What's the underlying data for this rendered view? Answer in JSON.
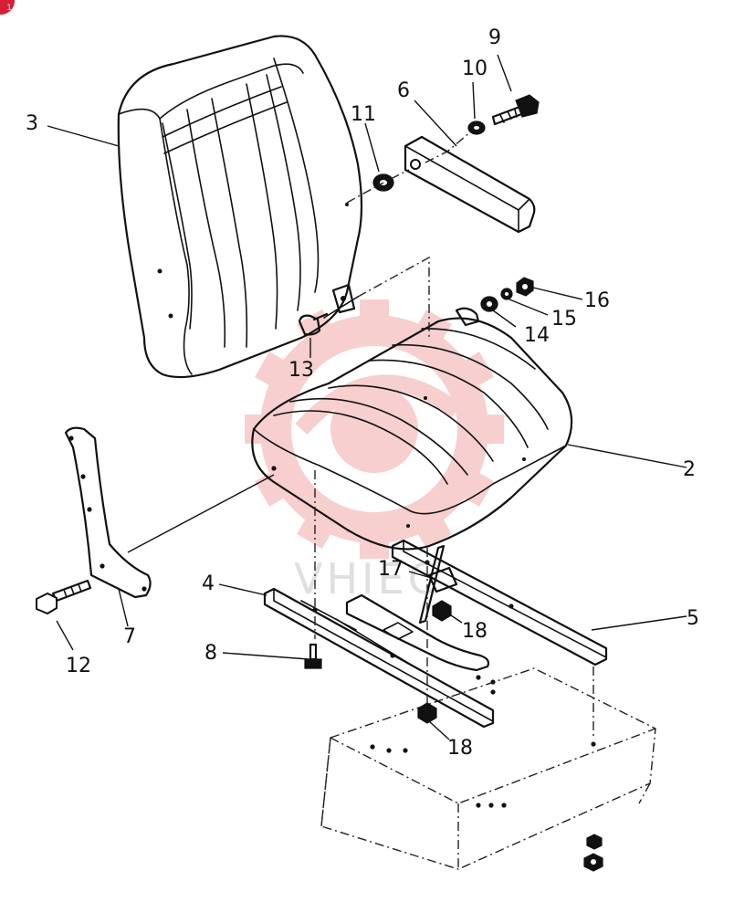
{
  "watermark_text": "VHIEC",
  "badge_color": "#d81e34",
  "watermark_color": "#f2a9a9",
  "parts": [
    {
      "id": "p1",
      "label": "1"
    },
    {
      "id": "p2",
      "label": "2"
    },
    {
      "id": "p3",
      "label": "3"
    },
    {
      "id": "p4",
      "label": "4"
    },
    {
      "id": "p5",
      "label": "5"
    },
    {
      "id": "p6",
      "label": "6"
    },
    {
      "id": "p7",
      "label": "7"
    },
    {
      "id": "p8",
      "label": "8"
    },
    {
      "id": "p9",
      "label": "9"
    },
    {
      "id": "p10",
      "label": "10"
    },
    {
      "id": "p11",
      "label": "11"
    },
    {
      "id": "p12",
      "label": "12"
    },
    {
      "id": "p13",
      "label": "13"
    },
    {
      "id": "p14",
      "label": "14"
    },
    {
      "id": "p15",
      "label": "15"
    },
    {
      "id": "p16",
      "label": "16"
    },
    {
      "id": "p17",
      "label": "17"
    },
    {
      "id": "p18a",
      "label": "18"
    },
    {
      "id": "p18b",
      "label": "18"
    }
  ]
}
